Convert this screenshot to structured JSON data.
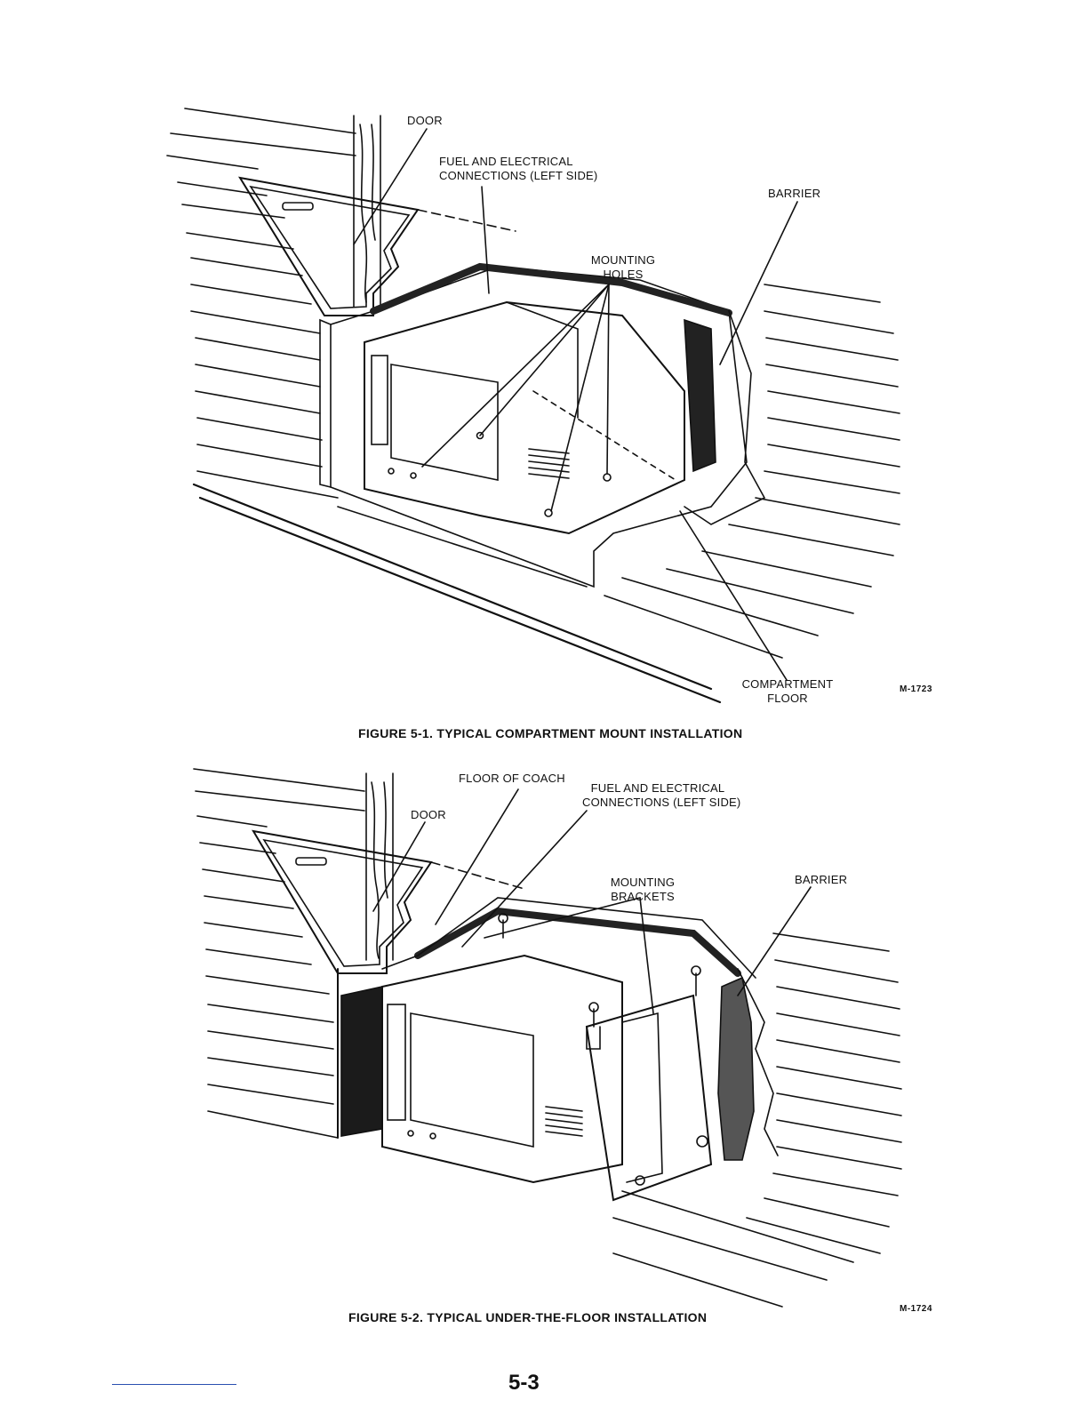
{
  "figure1": {
    "labels": {
      "door": "DOOR",
      "fuel_line1": "FUEL AND ELECTRICAL",
      "fuel_line2": "CONNECTIONS (LEFT SIDE)",
      "barrier": "BARRIER",
      "mounting_line1": "MOUNTING",
      "mounting_line2": "HOLES",
      "floor_line1": "COMPARTMENT",
      "floor_line2": "FLOOR"
    },
    "drawing_code": "M-1723",
    "caption": "FIGURE 5-1. TYPICAL COMPARTMENT MOUNT INSTALLATION"
  },
  "figure2": {
    "labels": {
      "floor_of_coach": "FLOOR OF COACH",
      "fuel_line1": "FUEL AND ELECTRICAL",
      "fuel_line2": "CONNECTIONS (LEFT SIDE)",
      "door": "DOOR",
      "mounting_line1": "MOUNTING",
      "mounting_line2": "BRACKETS",
      "barrier": "BARRIER"
    },
    "drawing_code": "M-1724",
    "caption": "FIGURE 5-2. TYPICAL UNDER-THE-FLOOR INSTALLATION"
  },
  "page_number": "5-3"
}
